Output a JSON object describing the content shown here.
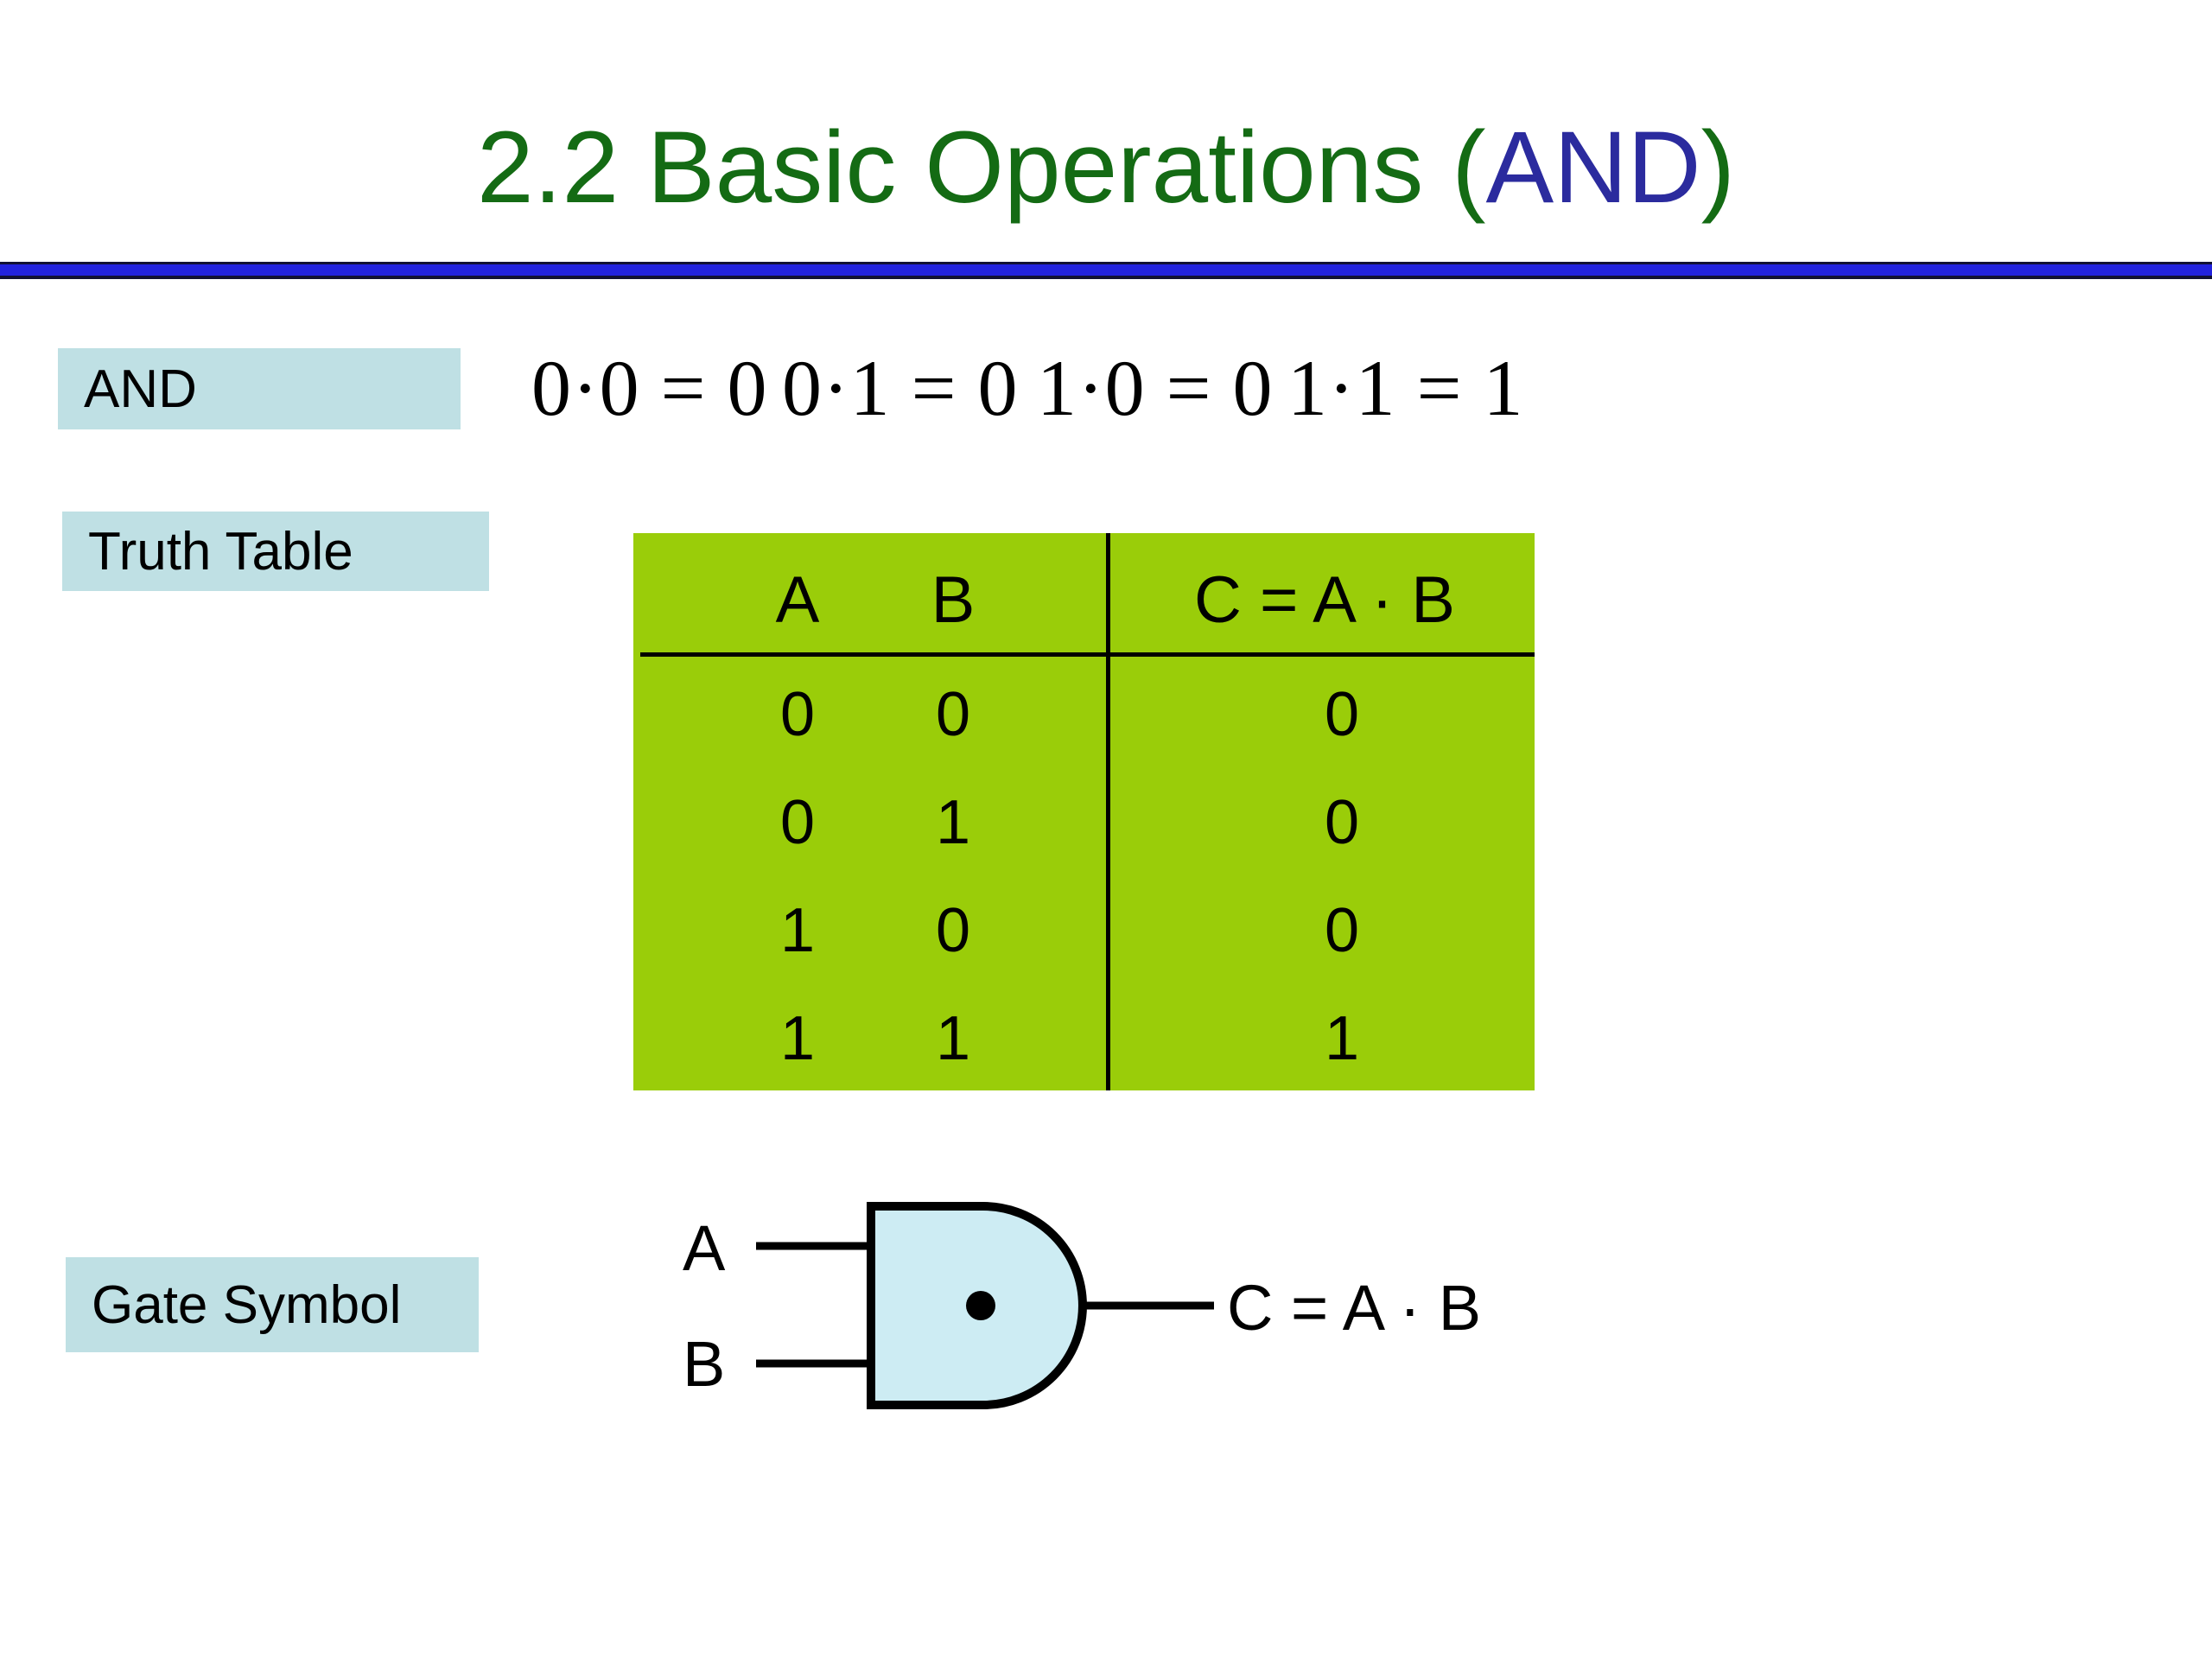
{
  "slide": {
    "title_main": "2.2 Basic Operations (",
    "title_accent": "AND",
    "title_tail": ")",
    "title_full": "2.2 Basic Operations (AND)",
    "rule_color": "#2222dd"
  },
  "captions": {
    "and": "AND",
    "truth_table": "Truth Table",
    "gate_symbol": "Gate Symbol",
    "chip_bg": "#bfe0e4"
  },
  "equations": [
    "0·0 = 0",
    "0·1 = 0",
    "1·0 = 0",
    "1·1 = 1"
  ],
  "truth_table": {
    "background": "#9acd09",
    "headers": {
      "a": "A",
      "b": "B",
      "c": "C = A · B"
    },
    "rows": [
      {
        "a": "0",
        "b": "0",
        "c": "0"
      },
      {
        "a": "0",
        "b": "1",
        "c": "0"
      },
      {
        "a": "1",
        "b": "0",
        "c": "0"
      },
      {
        "a": "1",
        "b": "1",
        "c": "1"
      }
    ]
  },
  "gate": {
    "input_a": "A",
    "input_b": "B",
    "output": "C = A · B",
    "body_fill": "#cdecf3",
    "body_stroke": "#000000",
    "operator_dot": "•"
  },
  "chart_data": {
    "type": "table",
    "title": "AND truth table",
    "columns": [
      "A",
      "B",
      "C = A · B"
    ],
    "rows": [
      [
        0,
        0,
        0
      ],
      [
        0,
        1,
        0
      ],
      [
        1,
        0,
        0
      ],
      [
        1,
        1,
        1
      ]
    ]
  }
}
